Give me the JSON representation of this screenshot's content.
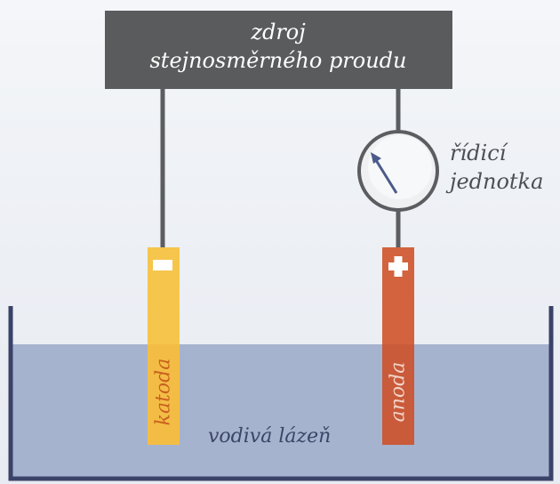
{
  "source": {
    "line1": "zdroj",
    "line2": "stejnosměrného proudu"
  },
  "controller": {
    "line1": "řídicí",
    "line2": "jednotka"
  },
  "cathode": {
    "label": "katoda",
    "sign": "minus"
  },
  "anode": {
    "label": "anoda",
    "sign": "plus"
  },
  "bath": {
    "label": "vodivá lázeň"
  },
  "colors": {
    "source_box": "#5a5b5c",
    "wire": "#5b5d60",
    "cathode": "#f6c54c",
    "anode": "#d2633e",
    "bath_liquid": "#a6b3cf",
    "tank_wall": "#3a4268",
    "meter_face": "#eef0f2"
  }
}
